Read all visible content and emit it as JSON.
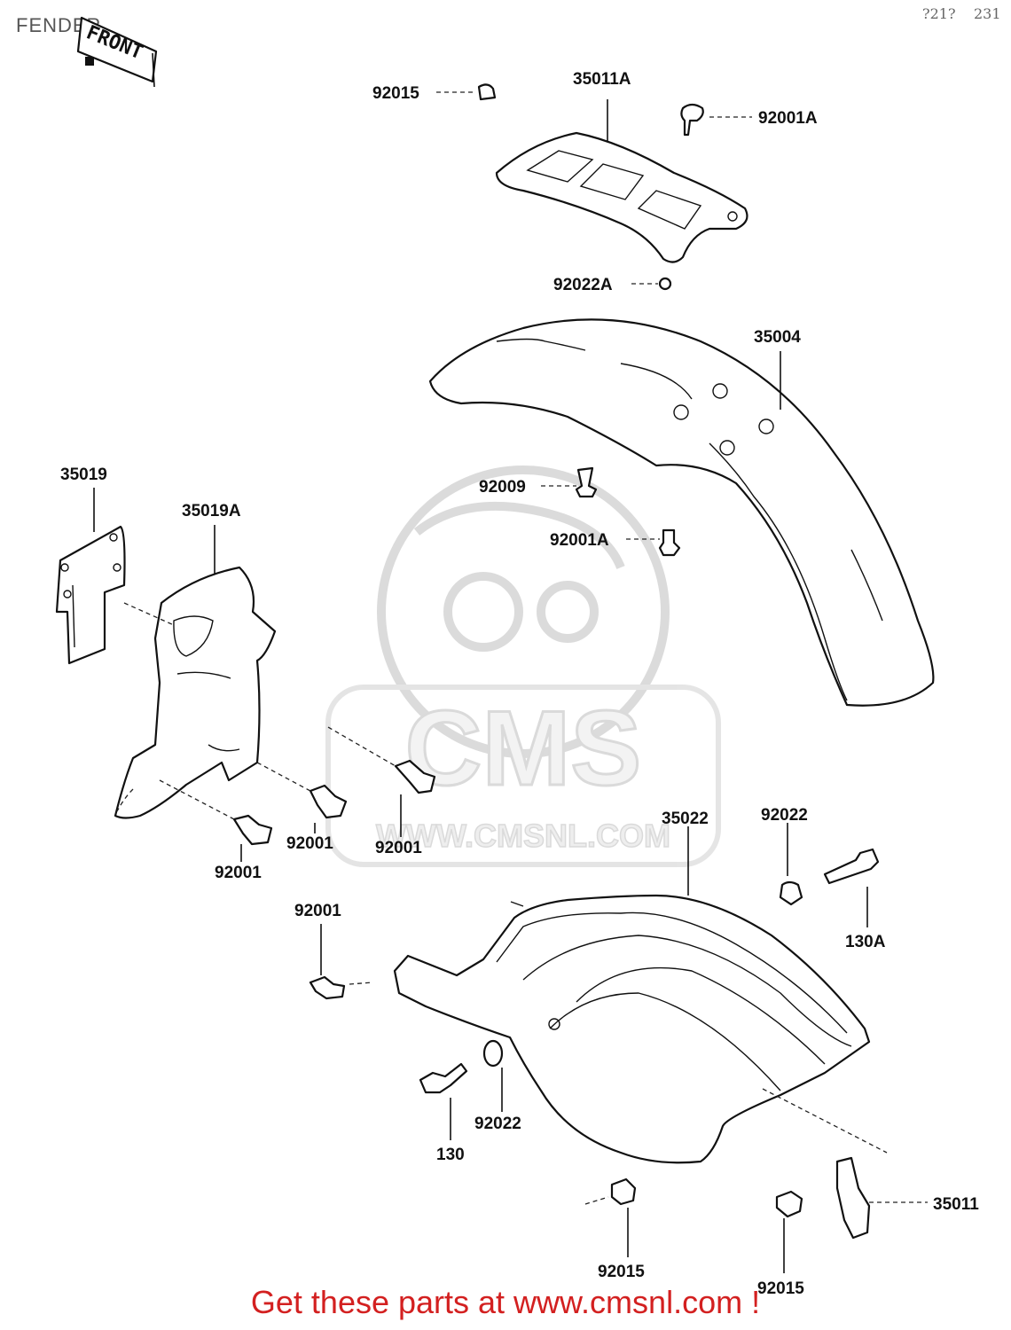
{
  "title": "FENDER",
  "page_numbers": [
    "?21?",
    "231"
  ],
  "front_sign": "FRONT",
  "watermark": {
    "brand": "CMS",
    "url": "WWW.CMSNL.COM"
  },
  "labels": {
    "p92015_top": "92015",
    "p35011A": "35011A",
    "p92001A_top": "92001A",
    "p92022A": "92022A",
    "p35004": "35004",
    "p92009": "92009",
    "p92001A_mid": "92001A",
    "p35019": "35019",
    "p35019A": "35019A",
    "p92001_a": "92001",
    "p92001_b": "92001",
    "p92001_c": "92001",
    "p35022": "35022",
    "p92022_top": "92022",
    "p130A": "130A",
    "p92001_d": "92001",
    "p130": "130",
    "p92022_bot": "92022",
    "p92015_a": "92015",
    "p92015_b": "92015",
    "p35011": "35011"
  },
  "footer": "Get these parts at www.cmsnl.com !"
}
